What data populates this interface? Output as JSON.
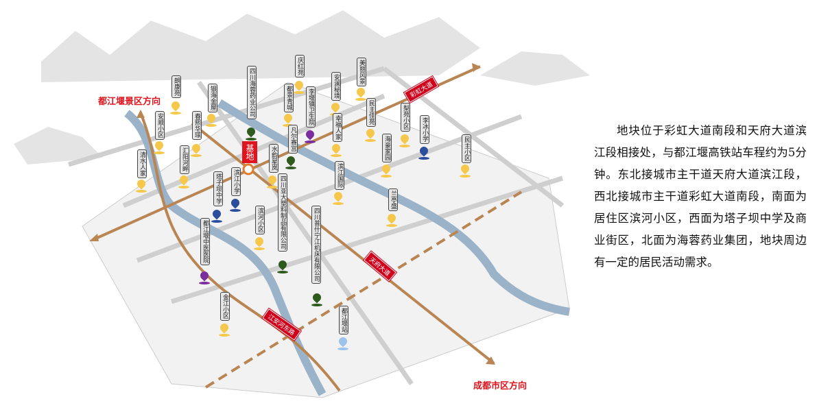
{
  "description": "地块位于彩虹大道南段和天府大道滨江段相接处，与都江堰高铁站车程约为5分钟。东北接城市主干道天府大道滨江段，西北接城市主干道彩虹大道南段，南面为居住区滨河小区，西面为塔子坝中学及商业街区，北面为海蓉药业集团，地块周边有一定的居民活动需求。",
  "directions": {
    "northwest": "都江堰景区方向",
    "southeast": "成都市区方向"
  },
  "site_label": "基地",
  "roads": [
    "彩虹大道",
    "天府大道",
    "江安河东路"
  ],
  "colors": {
    "residential": "#f5c84c",
    "school": "#2a4d9c",
    "company": "#2f5a1e",
    "hospital": "#7a2d9c",
    "station": "#9cc3ea",
    "road": "#b98552",
    "river": "#9ab3c9",
    "accent": "#e0141e"
  },
  "pois": [
    {
      "name": "清水人家",
      "type": "residential"
    },
    {
      "name": "安顺小区",
      "type": "residential"
    },
    {
      "name": "朗康苑",
      "type": "residential"
    },
    {
      "name": "春熙华璟",
      "type": "residential"
    },
    {
      "name": "银海金屋",
      "type": "residential"
    },
    {
      "name": "汇阳河畔",
      "type": "residential"
    },
    {
      "name": "四川海蓉药业公司",
      "type": "company"
    },
    {
      "name": "庆红苑",
      "type": "residential"
    },
    {
      "name": "都景青城",
      "type": "residential"
    },
    {
      "name": "李堰镇卫生院",
      "type": "hospital"
    },
    {
      "name": "凡尔赛宫",
      "type": "company"
    },
    {
      "name": "水韵星岚",
      "type": "residential"
    },
    {
      "name": "安澜秘境",
      "type": "residential"
    },
    {
      "name": "美丽风景",
      "type": "residential"
    },
    {
      "name": "民主佳苑",
      "type": "residential"
    },
    {
      "name": "幸福人家",
      "type": "residential"
    },
    {
      "name": "滨江国际",
      "type": "residential"
    },
    {
      "name": "海豪家园",
      "type": "residential"
    },
    {
      "name": "梨苑小区",
      "type": "residential"
    },
    {
      "name": "李冰小学",
      "type": "school"
    },
    {
      "name": "民主小区",
      "type": "residential"
    },
    {
      "name": "滨江小学",
      "type": "school"
    },
    {
      "name": "塔子坝中学",
      "type": "school"
    },
    {
      "name": "四川亚大塑料制品有限公司",
      "type": "company"
    },
    {
      "name": "滨河小区",
      "type": "residential"
    },
    {
      "name": "四川普什宁江机床有限公司",
      "type": "company"
    },
    {
      "name": "兰亭盛",
      "type": "residential"
    },
    {
      "name": "都江堰中医医院",
      "type": "hospital"
    },
    {
      "name": "金江小区",
      "type": "residential"
    },
    {
      "name": "都江堰站",
      "type": "station"
    }
  ]
}
